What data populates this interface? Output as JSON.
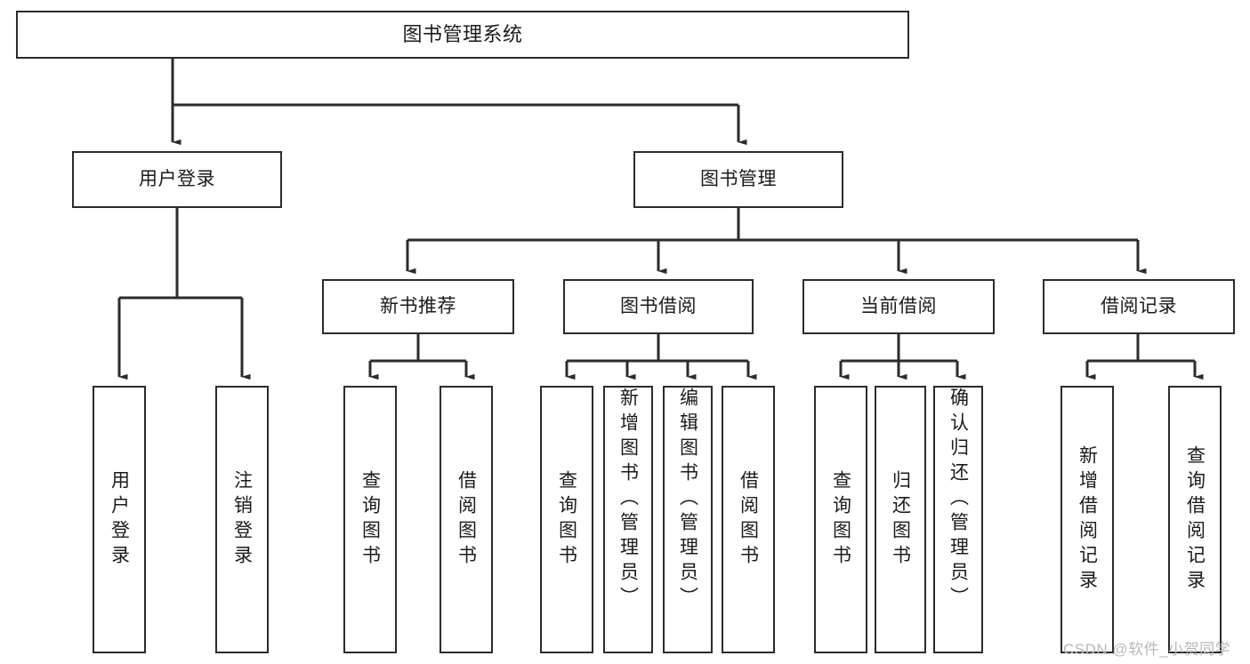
{
  "diagram": {
    "title": "图书管理系统",
    "type": "tree-structure-chart",
    "root": {
      "label": "图书管理系统"
    },
    "level2": [
      {
        "label": "用户登录"
      },
      {
        "label": "图书管理"
      }
    ],
    "level3": [
      {
        "label": "新书推荐"
      },
      {
        "label": "图书借阅"
      },
      {
        "label": "当前借阅"
      },
      {
        "label": "借阅记录"
      }
    ],
    "leaves": {
      "user_login": [
        {
          "label": "用户登录"
        },
        {
          "label": "注销登录"
        }
      ],
      "new_book_recommend": [
        {
          "label": "查询图书"
        },
        {
          "label": "借阅图书"
        }
      ],
      "book_borrow": [
        {
          "label": "查询图书"
        },
        {
          "label": "新增图书（管理员）"
        },
        {
          "label": "编辑图书（管理员）"
        },
        {
          "label": "借阅图书"
        }
      ],
      "current_borrow": [
        {
          "label": "查询图书"
        },
        {
          "label": "归还图书"
        },
        {
          "label": "确认归还（管理员）"
        }
      ],
      "borrow_record": [
        {
          "label": "新增借阅记录"
        },
        {
          "label": "查询借阅记录"
        }
      ]
    }
  },
  "watermark": {
    "text": "CSDN @软件_小贺同学"
  },
  "colors": {
    "background": "#ffffff",
    "node_border": "#2b2b2b",
    "node_fill": "#ffffff",
    "connector": "#2b2b2b",
    "text": "#1b1b1b",
    "watermark": "#b9b9b9"
  }
}
